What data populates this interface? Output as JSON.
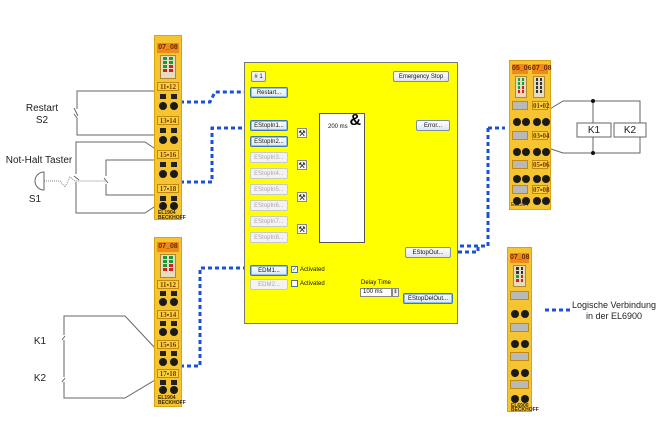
{
  "panel": {
    "id_label": "# 1",
    "title_button": "Emergency Stop",
    "restart_button": "Restart...",
    "estop_inputs": [
      {
        "label": "EStopIn1...",
        "enabled": true
      },
      {
        "label": "EStopIn2...",
        "enabled": true
      },
      {
        "label": "EStopIn3...",
        "enabled": false
      },
      {
        "label": "EStopIn4...",
        "enabled": false
      },
      {
        "label": "EStopIn5...",
        "enabled": false
      },
      {
        "label": "EStopIn6...",
        "enabled": false
      },
      {
        "label": "EStopIn7...",
        "enabled": false
      },
      {
        "label": "EStopIn8...",
        "enabled": false
      }
    ],
    "tool_icon": "hammer-wrench-icon",
    "and_symbol": "&",
    "and_time": "200 ms",
    "error_button": "Error...",
    "edm": [
      {
        "label": "EDM1...",
        "enabled": true,
        "checkbox_label": "Activated",
        "checked": true
      },
      {
        "label": "EDM2...",
        "enabled": false,
        "checkbox_label": "Activated",
        "checked": false
      }
    ],
    "delay_label": "Delay Time",
    "delay_value": "100 ms",
    "estop_out_button": "EStopOut...",
    "estop_del_out_button": "EStopDelOut..."
  },
  "left_circuit": {
    "restart_label": "Restart",
    "restart_id": "S2",
    "estop_label": "Not-Halt Taster",
    "estop_id": "S1",
    "k1_label": "K1",
    "k2_label": "K2"
  },
  "right_circuit": {
    "k1_label": "K1",
    "k2_label": "K2"
  },
  "modules": {
    "input_top": {
      "header": "07_08",
      "pins": [
        "11▪12",
        "13▪14",
        "15▪16",
        "17▪18"
      ],
      "type": "EL1904",
      "brand": "BECKHOFF"
    },
    "input_bottom": {
      "header": "07_08",
      "pins": [
        "11▪12",
        "13▪14",
        "15▪16",
        "17▪18"
      ],
      "type": "EL1904",
      "brand": "BECKHOFF"
    },
    "output": {
      "header_left": "05_06",
      "header_right": "07_08",
      "pins": [
        "01▪02",
        "03▪04",
        "05▪06",
        "07▪08"
      ],
      "type": "EL2904",
      "brand": "BECKHOFF"
    },
    "logic": {
      "header": "07_08",
      "type": "EL6900",
      "brand": "BECKHOFF"
    }
  },
  "legend": {
    "line1": "Logische Verbindung",
    "line2": "in der EL6900",
    "line_color": "#1a4fd8"
  },
  "colors": {
    "panel_bg": "#ffff00",
    "module_yellow": "#f6c430",
    "logic_link": "#1a4fd8"
  }
}
